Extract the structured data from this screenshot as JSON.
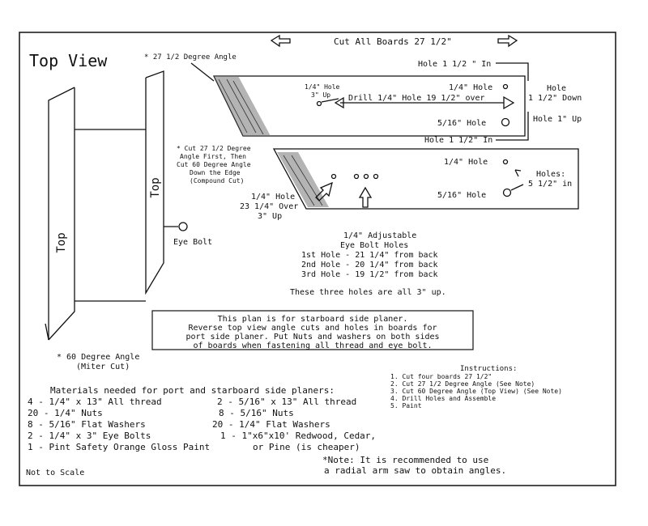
{
  "title": "Top View",
  "top_arrow_text": "Cut All Boards 27 1/2\"",
  "angle_label": "* 27 1/2 Degree Angle",
  "board1": {
    "hole_right_in": "Hole 1 1/2 \" In",
    "hole_label": "Hole",
    "hole_down": "1 1/2\" Down",
    "hole_quarter_up_1": "1/4\" Hole",
    "hole_quarter_up_2": "3\" Up",
    "drill": "Drill 1/4\" Hole 19 1/2\" over",
    "quarter_hole": "1/4\" Hole",
    "five16_hole": "5/16\" Hole",
    "hole_1in_up": "Hole 1\" Up",
    "hole_bottom_in": "Hole 1 1/2\" In"
  },
  "cut_note": [
    "* Cut 27 1/2 Degree",
    "Angle First, Then",
    "Cut 60 Degree Angle",
    "Down the Edge",
    "(Compound Cut)"
  ],
  "board2": {
    "quarter_hole": "1/4\" Hole",
    "five16_hole": "5/16\" Hole",
    "holes_label": "Holes:",
    "holes_in": "5 1/2\" in",
    "left_hole": [
      "1/4\" Hole",
      "23 1/4\" Over",
      "3\" Up"
    ]
  },
  "side_labels": {
    "left": "Top",
    "middle": "Top"
  },
  "eye_bolt": "Eye Bolt",
  "adjustable": {
    "lines": [
      "1/4\" Adjustable",
      "Eye Bolt Holes",
      "1st Hole - 21 1/4\" from back",
      "2nd Hole - 20 1/4\" from back",
      "3rd Hole - 19 1/2\" from back"
    ],
    "note": "These three holes are all 3\" up."
  },
  "plan_box": [
    "This plan is for starboard side planer.",
    "Reverse top view angle cuts and holes in boards for",
    "port side planer.  Put Nuts and washers on both sides",
    "of boards when fastening all thread and eye bolt."
  ],
  "miter": [
    "* 60 Degree Angle",
    "(Miter Cut)"
  ],
  "instructions": {
    "heading": "Instructions:",
    "items": [
      "1.  Cut four boards 27 1/2\"",
      "2.  Cut 27 1/2 Degree Angle (See Note)",
      "3.  Cut 60 Degree Angle (Top View) (See Note)",
      "4.  Drill Holes and Assemble",
      "5.  Paint"
    ]
  },
  "materials": {
    "heading": "Materials needed for port and starboard side planers:",
    "left": [
      "4 - 1/4\" x 13\" All thread",
      "20 - 1/4\" Nuts",
      "8 - 5/16\" Flat Washers",
      "2 - 1/4\" x 3\" Eye Bolts",
      "1 - Pint Safety Orange Gloss Paint"
    ],
    "right": [
      "2 - 5/16\" x 13\" All thread",
      "8 - 5/16\" Nuts",
      "20 - 1/4\" Flat Washers",
      "1 - 1\"x6\"x10' Redwood, Cedar,",
      "or Pine (is cheaper)"
    ]
  },
  "note": [
    "*Note:  It is recommended to use",
    "a radial arm saw to obtain angles."
  ],
  "scale": "Not to Scale"
}
